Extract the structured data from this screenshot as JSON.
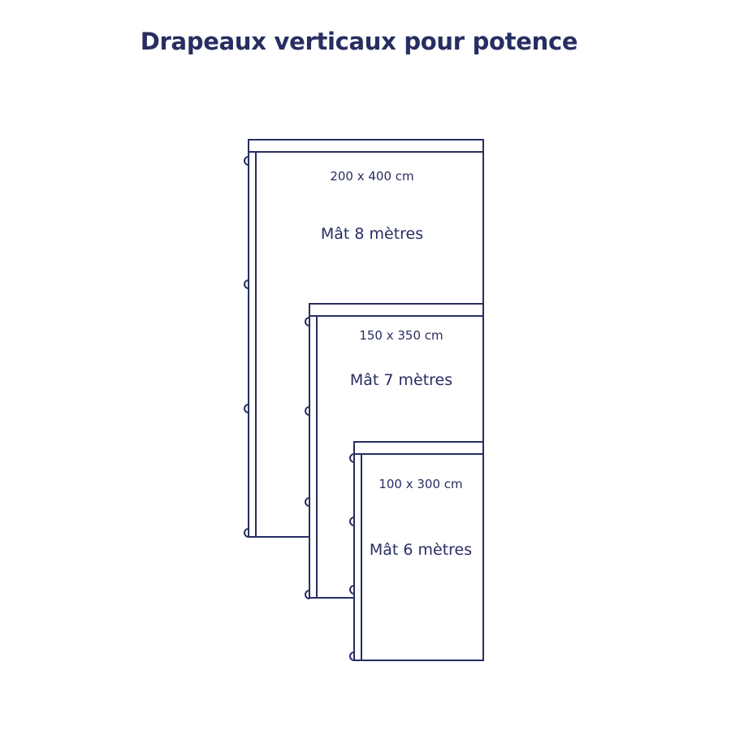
{
  "title": "Drapeaux verticaux pour potence",
  "colors": {
    "ink": "#272e62",
    "background": "#ffffff"
  },
  "flags": [
    {
      "dimensions": "200 x 400 cm",
      "mast": "Mât 8 mètres"
    },
    {
      "dimensions": "150 x 350 cm",
      "mast": "Mât 7 mètres"
    },
    {
      "dimensions": "100 x 300 cm",
      "mast": "Mât 6 mètres"
    }
  ]
}
